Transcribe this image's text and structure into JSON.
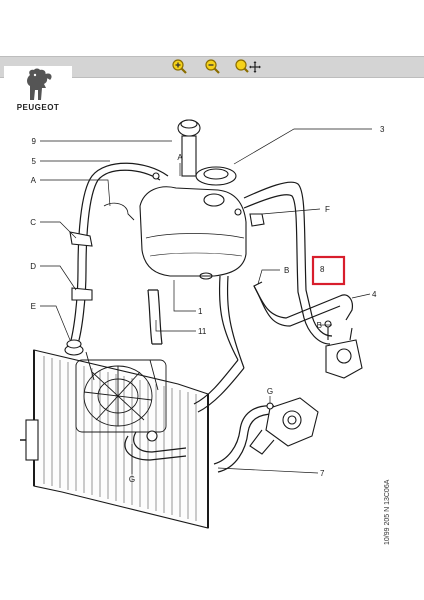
{
  "brand": {
    "logo_text": "PEUGEOT"
  },
  "toolbar": {
    "tools": [
      {
        "name": "zoom-in-icon",
        "label": "+"
      },
      {
        "name": "zoom-out-icon",
        "label": "−"
      },
      {
        "name": "pan-icon",
        "label": ""
      }
    ]
  },
  "callouts": {
    "n9": "9",
    "n5": "5",
    "nA_left": "A",
    "nC": "C",
    "nD": "D",
    "nE": "E",
    "nA_top": "A",
    "n3": "3",
    "nF": "F",
    "nB_mid": "B",
    "n8": "8",
    "n4": "4",
    "nB_right": "B",
    "n1": "1",
    "n11": "11",
    "nG_right": "G",
    "n7": "7",
    "nG_bottom": "G"
  },
  "highlight": {
    "color": "#d81e2c",
    "target": "8"
  },
  "reference_code": "10/99 205 N 13C06A"
}
